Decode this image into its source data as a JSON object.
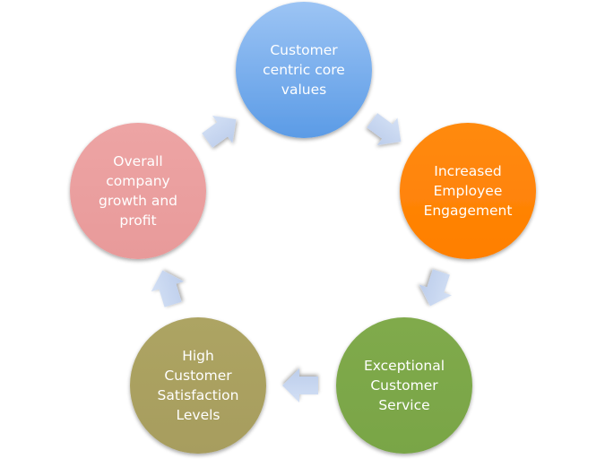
{
  "diagram": {
    "type": "cycle",
    "arrow_color": "#c6d5ef",
    "nodes": [
      {
        "id": "core-values",
        "lines": [
          "Customer",
          "centric core",
          "values"
        ],
        "color": "#5b9be6",
        "color_light": "#9cc4f4"
      },
      {
        "id": "employee-engagement",
        "lines": [
          "Increased",
          "Employee",
          "Engagement"
        ],
        "color": "#ff7f00",
        "color_light": "#ff8a10"
      },
      {
        "id": "customer-service",
        "lines": [
          "Exceptional",
          "Customer",
          "Service"
        ],
        "color": "#79a546",
        "color_light": "#80aa4c"
      },
      {
        "id": "customer-satisfaction",
        "lines": [
          "High",
          "Customer",
          "Satisfaction",
          "Levels"
        ],
        "color": "#a79d5e",
        "color_light": "#ada463"
      },
      {
        "id": "company-growth",
        "lines": [
          "Overall",
          "company",
          "growth and",
          "profit"
        ],
        "color": "#e89a9a",
        "color_light": "#eda4a4"
      }
    ],
    "connections": [
      {
        "from": "core-values",
        "to": "employee-engagement"
      },
      {
        "from": "employee-engagement",
        "to": "customer-service"
      },
      {
        "from": "customer-service",
        "to": "customer-satisfaction"
      },
      {
        "from": "customer-satisfaction",
        "to": "company-growth"
      },
      {
        "from": "company-growth",
        "to": "core-values"
      }
    ]
  }
}
